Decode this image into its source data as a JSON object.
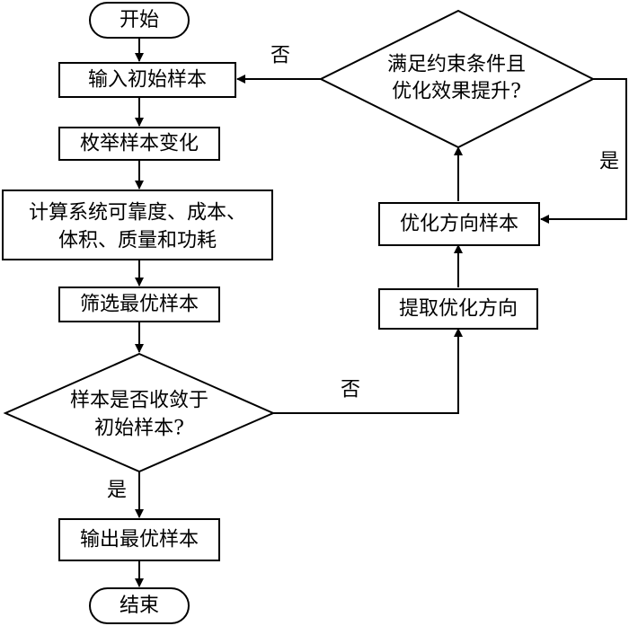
{
  "nodes": {
    "start": "开始",
    "input_initial": "输入初始样本",
    "enumerate": "枚举样本变化",
    "compute_line1": "计算系统可靠度、成本、",
    "compute_line2": "体积、质量和功耗",
    "filter_best": "筛选最优样本",
    "converge_line1": "样本是否收敛于",
    "converge_line2": "初始样本?",
    "output_best": "输出最优样本",
    "end": "结束",
    "extract_direction": "提取优化方向",
    "optimize_sample": "优化方向样本",
    "constraint_line1": "满足约束条件且",
    "constraint_line2": "优化效果提升?"
  },
  "edge_labels": {
    "converge_yes": "是",
    "converge_no": "否",
    "constraint_yes": "是",
    "constraint_no": "否"
  }
}
